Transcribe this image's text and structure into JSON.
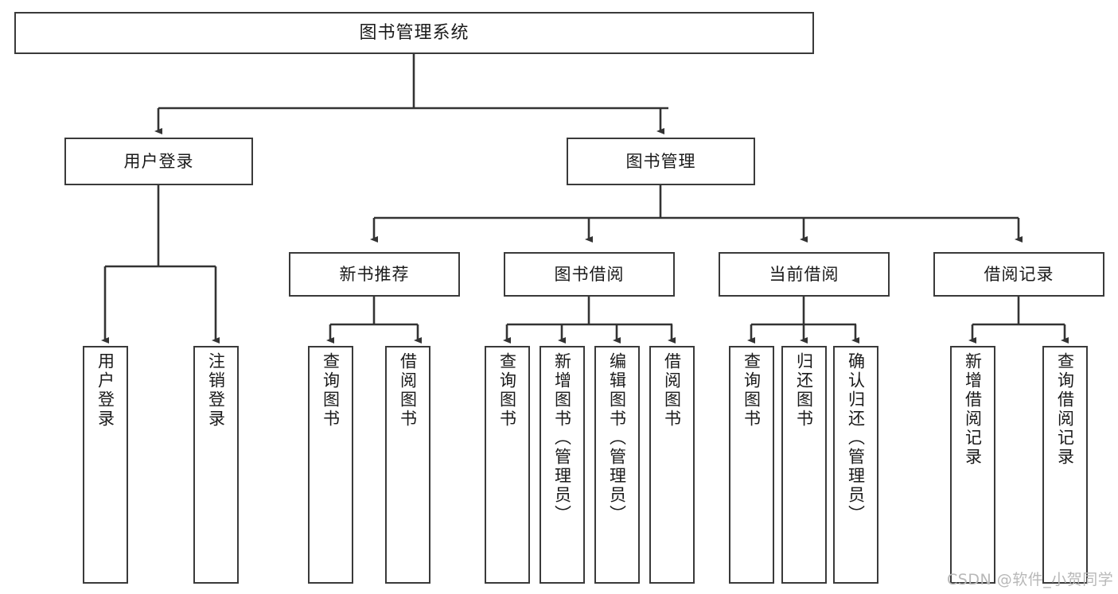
{
  "diagram": {
    "title": "图书管理系统",
    "type": "hierarchy-tree",
    "root": {
      "id": "root",
      "label": "图书管理系统"
    },
    "tier1": [
      {
        "id": "user-login",
        "label": "用户登录"
      },
      {
        "id": "book-management",
        "label": "图书管理"
      }
    ],
    "tier2": [
      {
        "id": "new-book-recommend",
        "label": "新书推荐"
      },
      {
        "id": "book-borrow",
        "label": "图书借阅"
      },
      {
        "id": "current-borrow",
        "label": "当前借阅"
      },
      {
        "id": "borrow-record",
        "label": "借阅记录"
      }
    ],
    "leaves": {
      "user_login": [
        {
          "id": "leaf-user-login",
          "label": "用户登录"
        },
        {
          "id": "leaf-logout-login",
          "label": "注销登录"
        }
      ],
      "new_book_recommend": [
        {
          "id": "leaf-query-book-1",
          "label": "查询图书"
        },
        {
          "id": "leaf-borrow-book-1",
          "label": "借阅图书"
        }
      ],
      "book_borrow": [
        {
          "id": "leaf-query-book-2",
          "label": "查询图书"
        },
        {
          "id": "leaf-add-book",
          "label": "新增图书（管理员）"
        },
        {
          "id": "leaf-edit-book",
          "label": "编辑图书（管理员）"
        },
        {
          "id": "leaf-borrow-book-2",
          "label": "借阅图书"
        }
      ],
      "current_borrow": [
        {
          "id": "leaf-query-book-3",
          "label": "查询图书"
        },
        {
          "id": "leaf-return-book",
          "label": "归还图书"
        },
        {
          "id": "leaf-confirm-return",
          "label": "确认归还（管理员）"
        }
      ],
      "borrow_record": [
        {
          "id": "leaf-add-record",
          "label": "新增借阅记录"
        },
        {
          "id": "leaf-query-record",
          "label": "查询借阅记录"
        }
      ]
    }
  },
  "watermark": {
    "text": "CSDN @软件_小贺同学"
  },
  "colors": {
    "background": "#ffffff",
    "box_border": "#3a3a3a",
    "box_fill": "#ffffff",
    "text": "#1a1a1a",
    "connector": "#333333",
    "watermark": "#b8b8b8"
  }
}
